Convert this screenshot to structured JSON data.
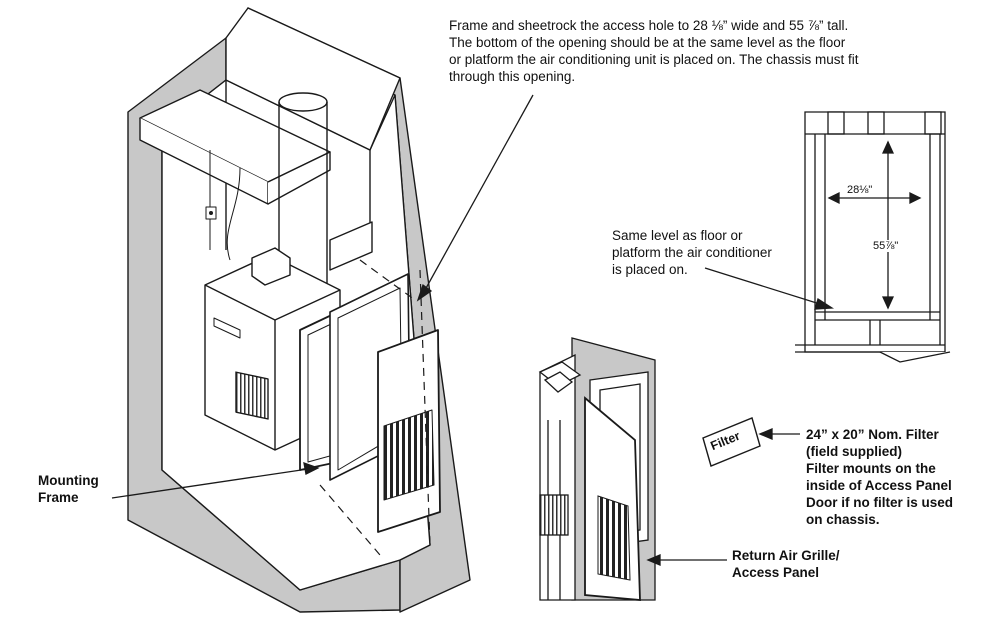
{
  "callouts": {
    "access_hole": [
      "Frame and sheetrock the access hole to 28 ⅛” wide and 55 ⅞” tall.",
      "The bottom of the opening should be at the same level as the floor",
      "or platform the air conditioning unit is placed on. The chassis must fit",
      "through this opening."
    ],
    "same_level": [
      "Same level as floor or",
      "platform the air conditioner",
      "is placed on."
    ],
    "mounting_frame": [
      "Mounting",
      "Frame"
    ],
    "filter_note": [
      "24” x 20” Nom. Filter",
      "(field supplied)",
      "Filter mounts on the",
      "inside of Access Panel",
      "Door if no filter is used",
      "on chassis."
    ],
    "return_air": [
      "Return Air Grille/",
      "Access Panel"
    ]
  },
  "dimensions": {
    "width_label": "28⅛\"",
    "height_label": "55⅞\""
  },
  "filter_tag": "Filter",
  "colors": {
    "wall": "#c8c8c8",
    "line": "#1a1a1a",
    "paper": "#ffffff"
  }
}
